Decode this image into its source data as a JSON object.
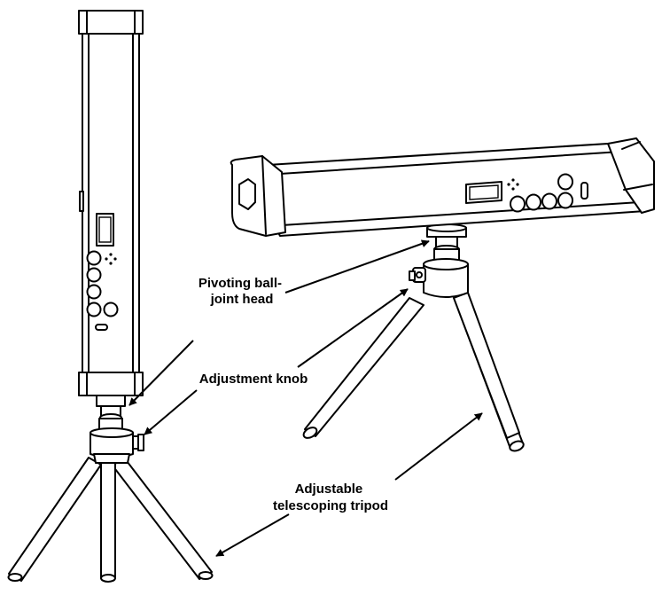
{
  "labels": {
    "ball_head": [
      "Pivoting ball-",
      "joint head"
    ],
    "knob": "Adjustment knob",
    "tripod": [
      "Adjustable",
      "telescoping tripod"
    ]
  },
  "icons": [
    "arrowhead",
    "control-button",
    "display-screen",
    "usb-port",
    "dpad-icon"
  ],
  "colors": {
    "line": "#000000",
    "background": "#ffffff"
  }
}
